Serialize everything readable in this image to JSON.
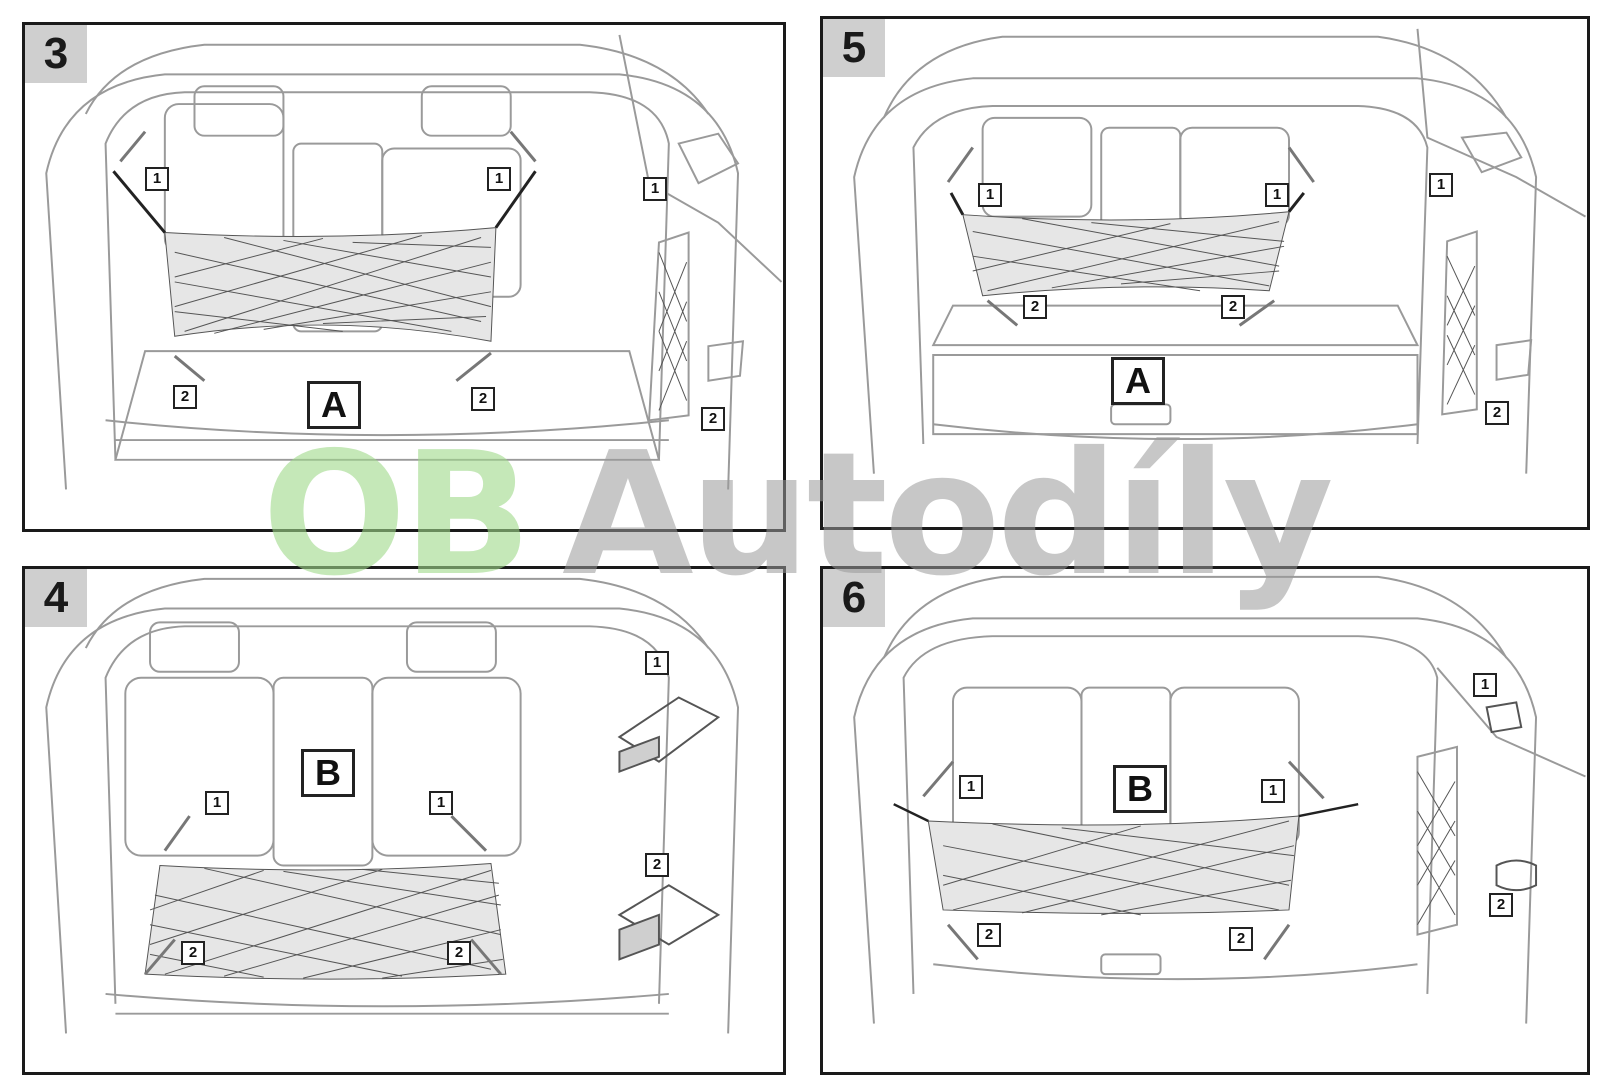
{
  "watermark": {
    "part1": "OB",
    "part2": "Autodíly",
    "color1": "#9fd98a",
    "color2": "#9a9a9a"
  },
  "panels": [
    {
      "id": "p3",
      "step": "3",
      "letter": "A",
      "callouts": [
        "1",
        "1",
        "2",
        "2",
        "1",
        "2"
      ]
    },
    {
      "id": "p4",
      "step": "4",
      "letter": "B",
      "callouts": [
        "1",
        "1",
        "2",
        "2",
        "1",
        "2"
      ]
    },
    {
      "id": "p5",
      "step": "5",
      "letter": "A",
      "callouts": [
        "1",
        "1",
        "2",
        "2",
        "1",
        "2"
      ]
    },
    {
      "id": "p6",
      "step": "6",
      "letter": "B",
      "callouts": [
        "1",
        "1",
        "2",
        "2",
        "1",
        "2"
      ]
    }
  ],
  "colors": {
    "border": "#1a1a1a",
    "stepBg": "#cfcfcf",
    "line": "#8c8c8c",
    "net": "#555555",
    "arrow": "#777777"
  }
}
